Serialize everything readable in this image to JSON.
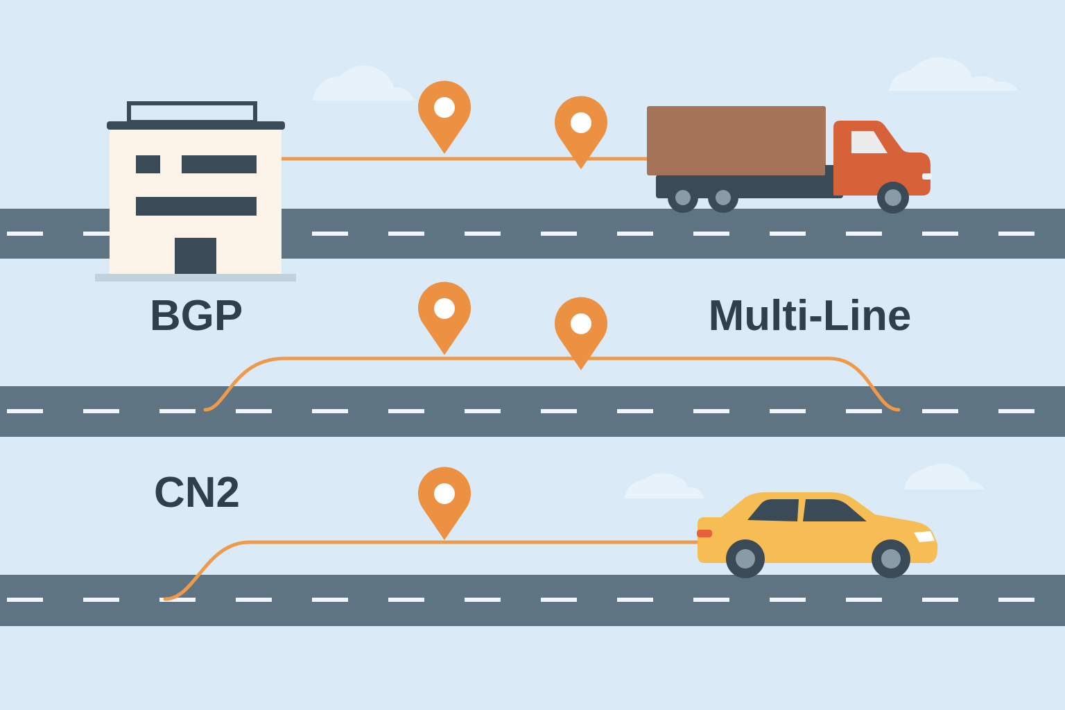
{
  "routes": [
    {
      "id": "bgp",
      "label": "BGP",
      "vehicle": "delivery-truck",
      "landmark": "warehouse-building"
    },
    {
      "id": "multi-line",
      "label": "Multi-Line",
      "vehicle": "",
      "landmark": ""
    },
    {
      "id": "cn2",
      "label": "CN2",
      "vehicle": "sedan-car",
      "landmark": ""
    }
  ],
  "icons": {
    "pin": "location-pin-icon",
    "cloud": "cloud-icon",
    "truck": "truck-icon",
    "car": "car-icon",
    "building": "building-icon"
  },
  "colors": {
    "sky": "#daeaf6",
    "road": "#5f7482",
    "lane_mark": "#f2f5f7",
    "route_line": "#ee9a4a",
    "pin": "#ec9041",
    "pin_inner": "#ffffff",
    "cloud": "#e8f2fa",
    "label_text": "#2f3f4b",
    "building_wall": "#fcf4e8",
    "building_trim": "#3a4a57",
    "truck_cargo": "#a57458",
    "truck_cab": "#d7623a",
    "truck_chassis": "#3a4a57",
    "wheel": "#3a4a57",
    "hubcap": "#8a9ba8",
    "car_body": "#f6bd55",
    "car_window": "#3a4a57"
  }
}
